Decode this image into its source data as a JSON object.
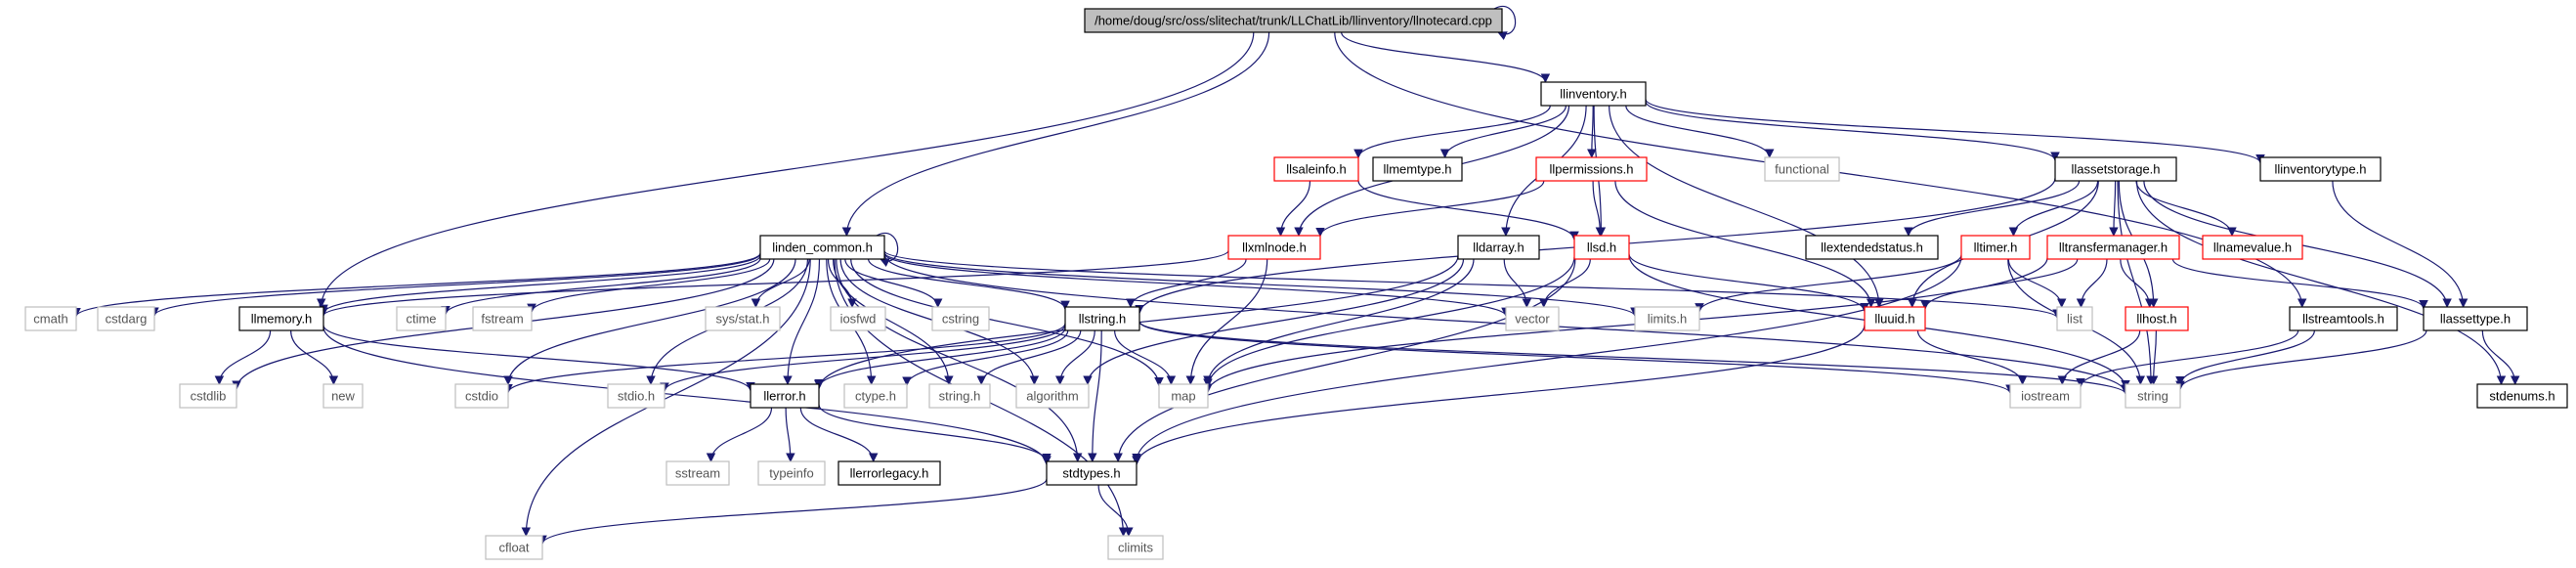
{
  "colors": {
    "edge": "#191970",
    "root_fill": "#bfbfbf",
    "documented_border": "#000000",
    "undocumented_border": "#ff0000",
    "external_border": "#bfbfbf",
    "external_text": "#555555"
  },
  "nodes": [
    {
      "id": "root",
      "label": "/home/doug/src/oss/slitechat/trunk/LLChatLib/llinventory/llnotecard.cpp",
      "kind": "root"
    },
    {
      "id": "llinventory_h",
      "label": "llinventory.h",
      "kind": "doc"
    },
    {
      "id": "linden_common_h",
      "label": "linden_common.h",
      "kind": "doc"
    },
    {
      "id": "llsaleinfo_h",
      "label": "llsaleinfo.h",
      "kind": "red"
    },
    {
      "id": "llinventorytype_h",
      "label": "llinventorytype.h",
      "kind": "doc"
    },
    {
      "id": "llmemtype_h",
      "label": "llmemtype.h",
      "kind": "doc"
    },
    {
      "id": "llpermissions_h",
      "label": "llpermissions.h",
      "kind": "red"
    },
    {
      "id": "functional",
      "label": "functional",
      "kind": "ext"
    },
    {
      "id": "llassetstorage_h",
      "label": "llassetstorage.h",
      "kind": "doc"
    },
    {
      "id": "llxmlnode_h",
      "label": "llxmlnode.h",
      "kind": "red"
    },
    {
      "id": "lldarray_h",
      "label": "lldarray.h",
      "kind": "doc"
    },
    {
      "id": "llsd_h",
      "label": "llsd.h",
      "kind": "red"
    },
    {
      "id": "llextendedstatus_h",
      "label": "llextendedstatus.h",
      "kind": "doc"
    },
    {
      "id": "lltimer_h",
      "label": "lltimer.h",
      "kind": "red"
    },
    {
      "id": "lltransfermanager_h",
      "label": "lltransfermanager.h",
      "kind": "red"
    },
    {
      "id": "llnamevalue_h",
      "label": "llnamevalue.h",
      "kind": "red"
    },
    {
      "id": "cmath",
      "label": "cmath",
      "kind": "ext"
    },
    {
      "id": "cstdarg",
      "label": "cstdarg",
      "kind": "ext"
    },
    {
      "id": "llmemory_h",
      "label": "llmemory.h",
      "kind": "doc"
    },
    {
      "id": "ctime",
      "label": "ctime",
      "kind": "ext"
    },
    {
      "id": "fstream",
      "label": "fstream",
      "kind": "ext"
    },
    {
      "id": "sys_stat_h",
      "label": "sys/stat.h",
      "kind": "ext"
    },
    {
      "id": "iosfwd",
      "label": "iosfwd",
      "kind": "ext"
    },
    {
      "id": "cstring",
      "label": "cstring",
      "kind": "ext"
    },
    {
      "id": "llstring_h",
      "label": "llstring.h",
      "kind": "doc"
    },
    {
      "id": "vector",
      "label": "vector",
      "kind": "ext"
    },
    {
      "id": "limits_h",
      "label": "limits.h",
      "kind": "ext"
    },
    {
      "id": "lluuid_h",
      "label": "lluuid.h",
      "kind": "red"
    },
    {
      "id": "list",
      "label": "list",
      "kind": "ext"
    },
    {
      "id": "llhost_h",
      "label": "llhost.h",
      "kind": "red"
    },
    {
      "id": "llstreamtools_h",
      "label": "llstreamtools.h",
      "kind": "doc"
    },
    {
      "id": "llassettype_h",
      "label": "llassettype.h",
      "kind": "doc"
    },
    {
      "id": "cstdlib",
      "label": "cstdlib",
      "kind": "ext"
    },
    {
      "id": "new",
      "label": "new",
      "kind": "ext"
    },
    {
      "id": "cstdio",
      "label": "cstdio",
      "kind": "ext"
    },
    {
      "id": "stdio_h",
      "label": "stdio.h",
      "kind": "ext"
    },
    {
      "id": "llerror_h",
      "label": "llerror.h",
      "kind": "doc"
    },
    {
      "id": "ctype_h",
      "label": "ctype.h",
      "kind": "ext"
    },
    {
      "id": "string_h",
      "label": "string.h",
      "kind": "ext"
    },
    {
      "id": "algorithm",
      "label": "algorithm",
      "kind": "ext"
    },
    {
      "id": "map",
      "label": "map",
      "kind": "ext"
    },
    {
      "id": "iostream",
      "label": "iostream",
      "kind": "ext"
    },
    {
      "id": "string",
      "label": "string",
      "kind": "ext"
    },
    {
      "id": "stdenums_h",
      "label": "stdenums.h",
      "kind": "doc"
    },
    {
      "id": "sstream",
      "label": "sstream",
      "kind": "ext"
    },
    {
      "id": "typeinfo",
      "label": "typeinfo",
      "kind": "ext"
    },
    {
      "id": "llerrorlegacy_h",
      "label": "llerrorlegacy.h",
      "kind": "doc"
    },
    {
      "id": "stdtypes_h",
      "label": "stdtypes.h",
      "kind": "doc"
    },
    {
      "id": "cfloat",
      "label": "cfloat",
      "kind": "ext"
    },
    {
      "id": "climits",
      "label": "climits",
      "kind": "ext"
    }
  ],
  "edges": [
    [
      "root",
      "root"
    ],
    [
      "root",
      "llinventory_h"
    ],
    [
      "root",
      "linden_common_h"
    ],
    [
      "root",
      "llmemory_h"
    ],
    [
      "root",
      "llstreamtools_h"
    ],
    [
      "llinventory_h",
      "llsaleinfo_h"
    ],
    [
      "llinventory_h",
      "llmemtype_h"
    ],
    [
      "llinventory_h",
      "llpermissions_h"
    ],
    [
      "llinventory_h",
      "functional"
    ],
    [
      "llinventory_h",
      "llassetstorage_h"
    ],
    [
      "llinventory_h",
      "llinventorytype_h"
    ],
    [
      "llinventory_h",
      "llxmlnode_h"
    ],
    [
      "llinventory_h",
      "lldarray_h"
    ],
    [
      "llinventory_h",
      "llsd_h"
    ],
    [
      "llinventory_h",
      "lluuid_h"
    ],
    [
      "llsaleinfo_h",
      "llxmlnode_h"
    ],
    [
      "llsaleinfo_h",
      "llsd_h"
    ],
    [
      "llpermissions_h",
      "llxmlnode_h"
    ],
    [
      "llpermissions_h",
      "llsd_h"
    ],
    [
      "llpermissions_h",
      "lluuid_h"
    ],
    [
      "llinventorytype_h",
      "llassettype_h"
    ],
    [
      "llassetstorage_h",
      "llextendedstatus_h"
    ],
    [
      "llassetstorage_h",
      "lltimer_h"
    ],
    [
      "llassetstorage_h",
      "lltransfermanager_h"
    ],
    [
      "llassetstorage_h",
      "llnamevalue_h"
    ],
    [
      "llassetstorage_h",
      "llhost_h"
    ],
    [
      "llassetstorage_h",
      "llassettype_h"
    ],
    [
      "llassetstorage_h",
      "stdenums_h"
    ],
    [
      "llassetstorage_h",
      "lluuid_h"
    ],
    [
      "llassetstorage_h",
      "string"
    ],
    [
      "llassetstorage_h",
      "llstring_h"
    ],
    [
      "llxmlnode_h",
      "llmemory_h"
    ],
    [
      "llxmlnode_h",
      "llstring_h"
    ],
    [
      "llxmlnode_h",
      "map"
    ],
    [
      "lldarray_h",
      "vector"
    ],
    [
      "lldarray_h",
      "map"
    ],
    [
      "lldarray_h",
      "llerror_h"
    ],
    [
      "lldarray_h",
      "algorithm"
    ],
    [
      "llsd_h",
      "vector"
    ],
    [
      "llsd_h",
      "map"
    ],
    [
      "llsd_h",
      "string"
    ],
    [
      "llsd_h",
      "lluuid_h"
    ],
    [
      "llsd_h",
      "stdtypes_h"
    ],
    [
      "lltimer_h",
      "limits_h"
    ],
    [
      "lltimer_h",
      "list"
    ],
    [
      "lltimer_h",
      "string"
    ],
    [
      "lltimer_h",
      "stdtypes_h"
    ],
    [
      "lltransfermanager_h",
      "list"
    ],
    [
      "lltransfermanager_h",
      "lluuid_h"
    ],
    [
      "lltransfermanager_h",
      "llhost_h"
    ],
    [
      "lltransfermanager_h",
      "llassettype_h"
    ],
    [
      "lltransfermanager_h",
      "map"
    ],
    [
      "llhost_h",
      "string"
    ],
    [
      "llhost_h",
      "iostream"
    ],
    [
      "llstreamtools_h",
      "iostream"
    ],
    [
      "llstreamtools_h",
      "string"
    ],
    [
      "llassettype_h",
      "string"
    ],
    [
      "llassettype_h",
      "stdenums_h"
    ],
    [
      "lluuid_h",
      "iostream"
    ],
    [
      "lluuid_h",
      "stdtypes_h"
    ],
    [
      "linden_common_h",
      "linden_common_h"
    ],
    [
      "linden_common_h",
      "cmath"
    ],
    [
      "linden_common_h",
      "cstdarg"
    ],
    [
      "linden_common_h",
      "llmemory_h"
    ],
    [
      "linden_common_h",
      "ctime"
    ],
    [
      "linden_common_h",
      "fstream"
    ],
    [
      "linden_common_h",
      "sys_stat_h"
    ],
    [
      "linden_common_h",
      "iosfwd"
    ],
    [
      "linden_common_h",
      "cstring"
    ],
    [
      "linden_common_h",
      "llstring_h"
    ],
    [
      "linden_common_h",
      "vector"
    ],
    [
      "linden_common_h",
      "limits_h"
    ],
    [
      "linden_common_h",
      "list"
    ],
    [
      "linden_common_h",
      "cstdlib"
    ],
    [
      "linden_common_h",
      "cstdio"
    ],
    [
      "linden_common_h",
      "stdio_h"
    ],
    [
      "linden_common_h",
      "llerror_h"
    ],
    [
      "linden_common_h",
      "ctype_h"
    ],
    [
      "linden_common_h",
      "string_h"
    ],
    [
      "linden_common_h",
      "algorithm"
    ],
    [
      "linden_common_h",
      "map"
    ],
    [
      "linden_common_h",
      "string"
    ],
    [
      "linden_common_h",
      "stdtypes_h"
    ],
    [
      "linden_common_h",
      "cfloat"
    ],
    [
      "linden_common_h",
      "climits"
    ],
    [
      "llmemory_h",
      "cstdlib"
    ],
    [
      "llmemory_h",
      "new"
    ],
    [
      "llmemory_h",
      "llerror_h"
    ],
    [
      "llmemory_h",
      "stdtypes_h"
    ],
    [
      "llstring_h",
      "cstdio"
    ],
    [
      "llstring_h",
      "stdio_h"
    ],
    [
      "llstring_h",
      "ctype_h"
    ],
    [
      "llstring_h",
      "string_h"
    ],
    [
      "llstring_h",
      "algorithm"
    ],
    [
      "llstring_h",
      "map"
    ],
    [
      "llstring_h",
      "llerror_h"
    ],
    [
      "llstring_h",
      "string"
    ],
    [
      "llstring_h",
      "iostream"
    ],
    [
      "llstring_h",
      "stdtypes_h"
    ],
    [
      "llerror_h",
      "sstream"
    ],
    [
      "llerror_h",
      "typeinfo"
    ],
    [
      "llerror_h",
      "llerrorlegacy_h"
    ],
    [
      "llerror_h",
      "stdtypes_h"
    ],
    [
      "stdtypes_h",
      "cfloat"
    ],
    [
      "stdtypes_h",
      "climits"
    ]
  ]
}
